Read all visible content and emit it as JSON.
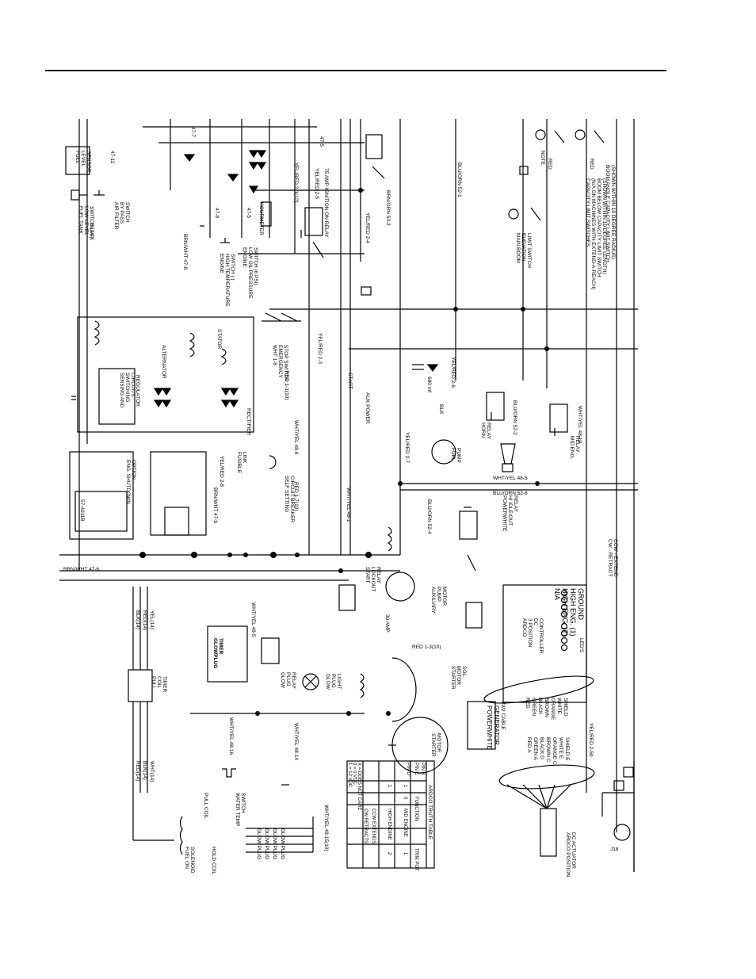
{
  "labels": {
    "fuel_level_sensor": [
      "FUEL",
      "LEVEL",
      "SENSOR"
    ],
    "wire_47_11": "47-11",
    "air_filter_bypass": [
      "AIR FILTER",
      "BY PASS",
      "SWITCH"
    ],
    "fuel_tank_low_level": [
      "FUEL TANK",
      "LOW LEVEL",
      "SWITCH (1/4)"
    ],
    "black": "BLACK",
    "wire_47_7": "47-7",
    "wire_47_8": "47-8",
    "wire_47_5_left": "47-5",
    "hourmeter": "HOURMETER",
    "engine_oil_pressure": [
      "ENGINE",
      "LOW OIL PRESSURE",
      "SWITCH (6 PSI)"
    ],
    "engine_high_temp": [
      "ENGINE",
      "HIGH TEMPERATURE",
      "SWITCH (   )"
    ],
    "brn_wht_47_8": "BRN/WHT 47-8",
    "wire_47_5": "47-5",
    "yel_red_2_1_12": "YEL/RED 2-1(12)",
    "yel_red_2_5": "YEL/RED 2-5",
    "ignition_relay": "75 AMP IGNITION ON RELAY",
    "blu_orn_52_1": "BLU/ORN 52-1",
    "brn_orn_53_2": "BRN/ORN 53-2",
    "yel_red_2_4": "YEL/RED 2-4",
    "boom_angle_capacity": [
      "BOOM ANGLE CAPACITY LIMIT SWITCH",
      "(SHOWN WITHIN 10 DEGREE RADIUS)"
    ],
    "capacity_limit_switches": [
      "CAPACITY LIMIT SWITCHES",
      "(N/A ON MACHINES WITH EXTEND-A-REACH)",
      "BOOM BELOW CAPACITY LIMIT SWITCH",
      "(SHOWN WITHIN 10 DEGREE LENGTH)"
    ],
    "red": "RED",
    "note": "NOTE",
    "main_boom_elevation": [
      "MAIN BOOM",
      "ELEVATION",
      "LIMIT SWITCH"
    ],
    "stator": "STATOR",
    "alternator": "ALTERNATOR",
    "regulator": "REGULATOR",
    "sensing_switching": [
      "SENSING AND",
      "SWITCHING",
      "CIRCUITS"
    ],
    "rectifier": "RECTIFIER",
    "fusible_link": [
      "FUSIBLE",
      "LINK"
    ],
    "emergency_stop": [
      "WHT 1-8",
      "EMERGENCY",
      "STOP SWITCH"
    ],
    "red_1_1_10": "RED 1-1(10)",
    "yel_red_2_3": "YEL/RED 2-3",
    "aux_power": "AUX POWER",
    "start": "START",
    "wht_yel_48_6": "WHT/YEL 48-6",
    "yel_red_2_6": "YEL/RED 2-6",
    "blk": "BLK",
    "cap_680": "680 mf",
    "horn_relay": [
      "HORN",
      "RELAY"
    ],
    "blu_orn_52_2": "BLU/ORN 52-2",
    "mid_engine_relay": [
      "MID ENG.",
      "RELAY"
    ],
    "wht_yel_48_10": "WHT/YEL 48-10",
    "fuel_pump": [
      "FUEL",
      "PUMP"
    ],
    "yel_red_2_7": "YEL/RED 2-7",
    "self_setting_breaker": [
      "SELF SETTING",
      "CIRCUIT BREAKER"
    ],
    "red_1_7_10": "RED 1-7(10)",
    "wht_yel_48_1": "WHT/YEL 48-1",
    "eng_shutdown_option": [
      "ENG. SHUTDOWN",
      "OPTION"
    ],
    "wht_yel_48_5": "WHT/YEL 48-5",
    "blu_orn_52_6": "BLU/ORN 52-6",
    "blu_orn_52_4": "BLU/ORN 52-4",
    "powerwhite_hi_relay": [
      "POWERWHITE",
      "HI IDLE/OUT",
      "RELAY"
    ],
    "ccw_extend": [
      "CW - RETRACT",
      "CCW - EXTEND"
    ],
    "ld_57_4011": "57-4011B",
    "brn_wht_47_6": "BRN/WHT 47-6",
    "glow_plug_timer": [
      "GLOWPLUG",
      "TIMER"
    ],
    "glow_plug_relay": [
      "GLOW",
      "PLUG",
      "RELAY"
    ],
    "glow_plug_light": [
      "GLOW",
      "PLUG",
      "LIGHT"
    ],
    "start_lockout_relay": [
      "START",
      "LOCKOUT",
      "RELAY"
    ],
    "aux_pump_motor": [
      "AUXILIARY",
      "PUMP",
      "MOTOR"
    ],
    "amp_30": "30 AMP",
    "red_1_3_10": "RED 1-3(10)",
    "starter_motor_sol": [
      "STARTER",
      "MOTOR",
      "SOL."
    ],
    "starter_motor": [
      "STARTER",
      "MOTOR"
    ],
    "powerwhite_generator": [
      "POWERWHITE",
      "GENERATOR"
    ],
    "ardco_controller": [
      "ARDCO",
      "3 POSITION",
      "DC",
      "CONTROLLER"
    ],
    "leds": "LED'S",
    "controller_inputs": [
      "N/A",
      "HIGH ENG. (2)",
      "HIGH ENG. (1)",
      "GROUND"
    ],
    "cable_20_2": "20/2 CABLE",
    "wht_yel_48_15": "WHT/YEL 48-15(10)",
    "glow_plug": "GLOW PLUG",
    "water_temp_switch": [
      "WATER TEMP",
      "SWITCH"
    ],
    "pull_coil_timer": [
      "PULL",
      "COIL",
      "TIMER"
    ],
    "pull_coil": "PULL COIL",
    "hold_coil": "HOLD COIL",
    "fuel_on_solenoid": [
      "FUEL ON",
      "SOLENOID"
    ],
    "wht_yel_48_14": "WHT/YEL 48-14",
    "wht_yel_48_16": "WHT/YEL 48-16",
    "ardco_actuator": [
      "ARDCO POSITION",
      "DC ACTUATOR"
    ],
    "j18": "J18",
    "yel_red_2_50": "YEL/RED 2-50",
    "shield": "SHIELD",
    "wire_colors": [
      "WHITE",
      "ORANGE",
      "BROWN",
      "BLACK",
      "GREEN",
      "RED"
    ],
    "wire_colors_b": [
      "SHIELD E",
      "WHITE E",
      "ORANGE C",
      "BROWN C",
      "BLACK D",
      "GREEN A",
      "RED A"
    ],
    "ardco_truth_table": "ARDCO TRUTH TABLE",
    "truth_headers": [
      "PIN B",
      "PIN C",
      "PIN D",
      "FUNCTION",
      "TRIM POT"
    ],
    "truth_rows": [
      [
        "1",
        "0",
        "0",
        "MID ENGINE",
        "1"
      ],
      [
        "1",
        "1",
        "0",
        "HIGH ENGINE",
        "2"
      ],
      [
        "1",
        "0",
        "1",
        "CCW EXTENDS",
        ""
      ],
      [
        "1",
        "1",
        "1",
        "CW RETRACTS",
        ""
      ]
    ],
    "truth_notes": [
      "X = DOES NOT CARE",
      "0 = 0 VDC",
      "1 = 12 VDC"
    ],
    "pull_coil_wires_left": [
      "YEL(14)",
      "RED(14)",
      "BLK(14)"
    ],
    "pull_coil_wires_right": [
      "WHT(14)",
      "BLK(14)",
      "RED(14)"
    ],
    "wht_yel_48_5b": "WHT/YEL 48-5",
    "yel_red_2_8": "YEL/RED 2-8",
    "brn_wht_47_9": "BRN/WHT 47-9"
  }
}
